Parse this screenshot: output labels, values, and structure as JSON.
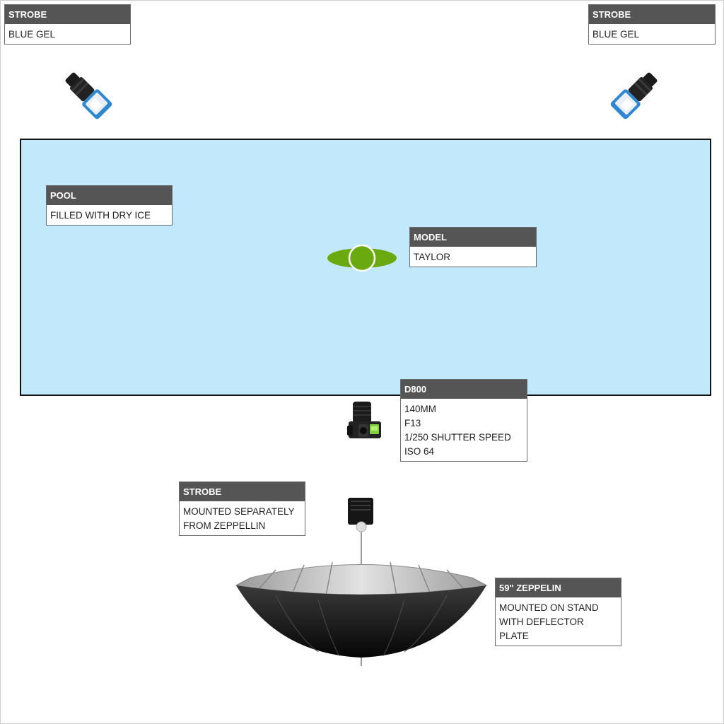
{
  "labels": {
    "strobe_left": {
      "title": "STROBE",
      "lines": [
        "BLUE GEL"
      ]
    },
    "strobe_right": {
      "title": "STROBE",
      "lines": [
        "BLUE GEL"
      ]
    },
    "pool": {
      "title": "POOL",
      "lines": [
        "FILLED WITH DRY ICE"
      ]
    },
    "model": {
      "title": "MODEL",
      "lines": [
        "TAYLOR"
      ]
    },
    "camera": {
      "title": "D800",
      "lines": [
        "140MM",
        "F13",
        "1/250 SHUTTER SPEED",
        "ISO 64"
      ]
    },
    "strobe_bottom": {
      "title": "STROBE",
      "lines": [
        "MOUNTED SEPARATELY",
        "FROM ZEPPELLIN"
      ]
    },
    "zeppelin": {
      "title": "59\" ZEPPELIN",
      "lines": [
        "MOUNTED ON STAND",
        "WITH DEFLECTOR",
        "PLATE"
      ]
    }
  },
  "icons": [
    "strobe-icon",
    "camera-icon",
    "model-icon",
    "umbrella-icon"
  ],
  "colors": {
    "pool_fill": "#c2e8fb",
    "label_header": "#555555",
    "model_green": "#6aaa0e",
    "gel_blue": "#2f87d1"
  }
}
